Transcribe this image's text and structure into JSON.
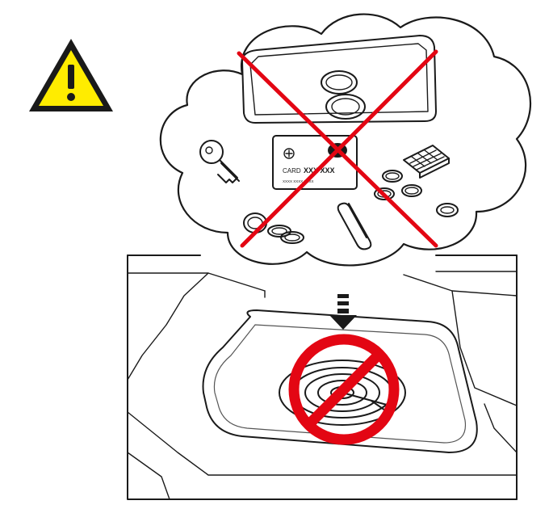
{
  "card": {
    "label": "CARD",
    "number": "XXX XXX",
    "small_print": "XXXX XXXX XXXX"
  },
  "colors": {
    "warning_fill": "#ffec00",
    "prohibition_red": "#e30613",
    "outline": "#1a1a1a"
  },
  "icons": [
    "warning-triangle-icon",
    "phone-icon",
    "key-icon",
    "credit-card-icon",
    "chip-icon",
    "coins-icon",
    "rings-icon",
    "paperclip-icon",
    "down-arrow-icon",
    "wireless-charging-coil-icon",
    "prohibition-icon"
  ]
}
